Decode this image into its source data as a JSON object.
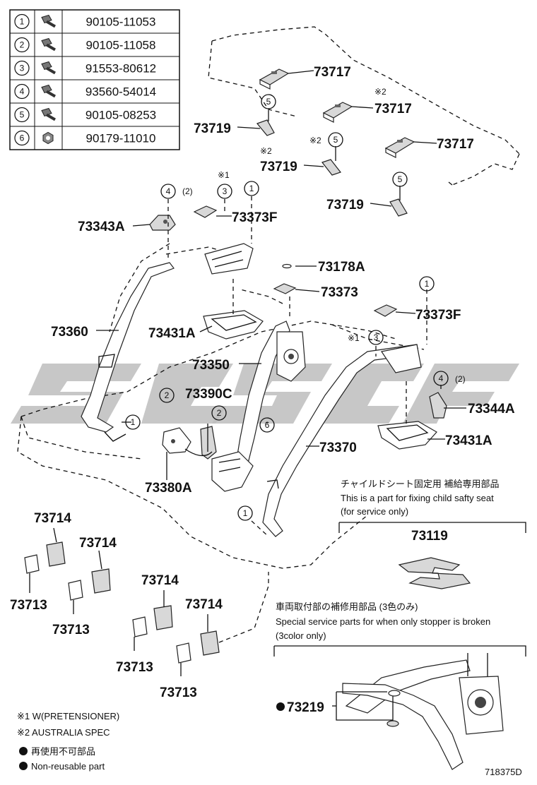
{
  "fasteners": [
    {
      "ref": "1",
      "icon": "bolt-flange-icon",
      "part": "90105-11053"
    },
    {
      "ref": "2",
      "icon": "bolt-flange-icon",
      "part": "90105-11058"
    },
    {
      "ref": "3",
      "icon": "bolt-washer-icon",
      "part": "91553-80612"
    },
    {
      "ref": "4",
      "icon": "screw-icon",
      "part": "93560-54014"
    },
    {
      "ref": "5",
      "icon": "bolt-flange-icon",
      "part": "90105-08253"
    },
    {
      "ref": "6",
      "icon": "nut-icon",
      "part": "90179-11010"
    }
  ],
  "callouts": {
    "c73717a": "73717",
    "c73717b": "73717",
    "c73717c": "73717",
    "c73719a": "73719",
    "c73719b": "73719",
    "c73719c": "73719",
    "c73343a": "73343A",
    "c73373fa": "73373F",
    "c73373fb": "73373F",
    "c73178a": "73178A",
    "c73373": "73373",
    "c73360": "73360",
    "c73431aa": "73431A",
    "c73431ab": "73431A",
    "c73350": "73350",
    "c73390c": "73390C",
    "c73344a": "73344A",
    "c73370": "73370",
    "c73380a": "73380A",
    "c73119": "73119",
    "c73219": "73219",
    "c73714a": "73714",
    "c73714b": "73714",
    "c73714c": "73714",
    "c73714d": "73714",
    "c73713a": "73713",
    "c73713b": "73713",
    "c73713c": "73713",
    "c73713d": "73713"
  },
  "refs": {
    "r5a": "5",
    "r5b": "5",
    "r5c": "5",
    "r4a": "4",
    "r4b": "4",
    "r3a": "3",
    "r3b": "3",
    "r1a": "1",
    "r1b": "1",
    "r1c": "1",
    "r1d": "1",
    "r2a": "2",
    "r2b": "2",
    "r6a": "6"
  },
  "marks": {
    "m2a": "※2",
    "m2b": "※2",
    "m2c": "※2",
    "m1a": "※1",
    "m1b": "※1",
    "qty2a": "(2)",
    "qty2b": "(2)"
  },
  "child_seat_note": {
    "jp": "チャイルドシート固定用 補給専用部品",
    "en1": "This is a part for fixing child safty seat",
    "en2": "(for service only)"
  },
  "stopper_note": {
    "jp": "車両取付部の補修用部品 (3色のみ)",
    "en1": "Special service parts for when only stopper is broken",
    "en2": "(3color only)"
  },
  "legend": {
    "note1": "※1 W(PRETENSIONER)",
    "note2": "※2 AUSTRALIA SPEC",
    "jp": "再使用不可部品",
    "en": "Non-reusable part"
  },
  "illustration_id": "718375D"
}
